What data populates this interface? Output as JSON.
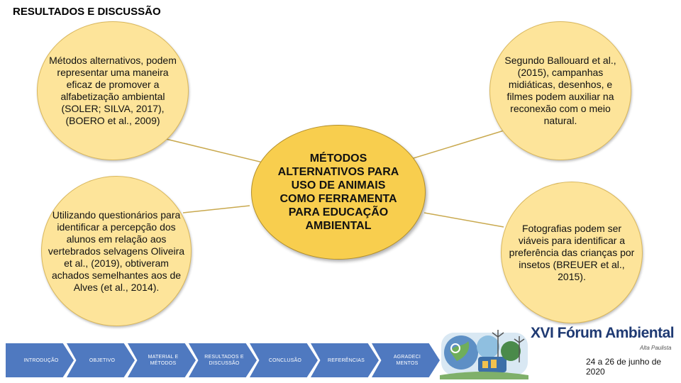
{
  "header": {
    "title": "RESULTADOS E DISCUSSÃO"
  },
  "center_topic": "MÉTODOS ALTERNATIVOS PARA USO DE ANIMAIS COMO FERRAMENTA PARA EDUCAÇÃO AMBIENTAL",
  "bubbles": {
    "top_left": "Métodos alternativos, podem representar uma maneira eficaz de promover a alfabetização ambiental (SOLER; SILVA, 2017), (BOERO et al., 2009)",
    "bottom_left": "Utilizando questionários para identificar a percepção dos alunos em relação aos vertebrados selvagens Oliveira et al., (2019), obtiveram achados semelhantes aos de Alves (et al., 2014).",
    "top_right": "Segundo Ballouard et al., (2015), campanhas midiáticas, desenhos, e filmes podem auxiliar na reconexão com o meio natural.",
    "bottom_right": "Fotografias podem ser viáveis para identificar a preferência das crianças por insetos (BREUER et al., 2015)."
  },
  "nav": {
    "items": [
      {
        "label": "INTRODUÇÃO"
      },
      {
        "label": "OBJETIVO"
      },
      {
        "label": "MATERIAL E MÉTODOS"
      },
      {
        "label": "RESULTADOS E DISCUSSÃO"
      },
      {
        "label": "CONCLUSÃO"
      },
      {
        "label": "REFERÊNCIAS"
      },
      {
        "label": "AGRADECI MENTOS"
      }
    ]
  },
  "event": {
    "name": "XVI Fórum Ambiental",
    "location": "Alta Paulista",
    "dates": "24 a 26 de junho de 2020"
  },
  "colors": {
    "bubble_light": "#fde49a",
    "bubble_center": "#f8ce4e",
    "nav_blue": "#4f79c0",
    "brand_blue": "#1f3a73"
  }
}
